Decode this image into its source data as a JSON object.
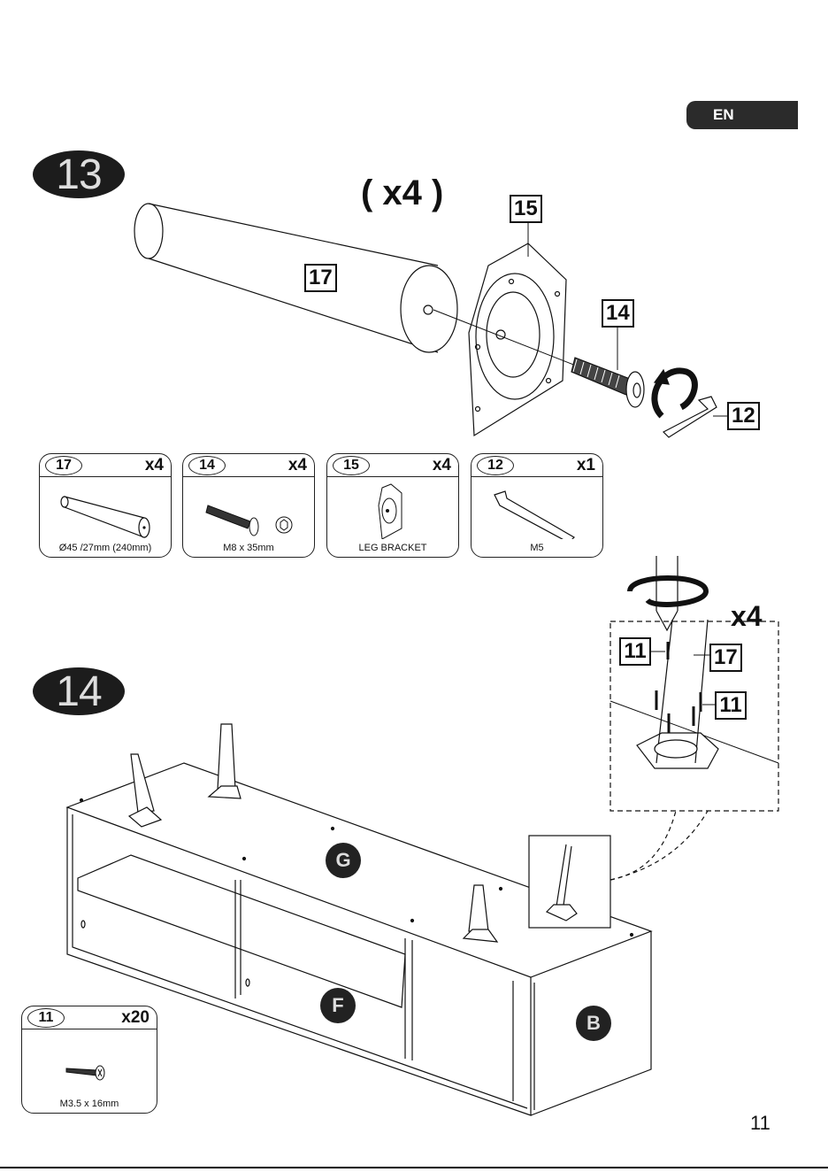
{
  "language_tab": "EN",
  "page_number": "11",
  "step13": {
    "number": "13",
    "quantity": "( x4 )",
    "callouts": {
      "leg": "17",
      "bracket": "15",
      "bolt": "14",
      "key": "12"
    },
    "parts": [
      {
        "num": "17",
        "qty": "x4",
        "caption": "Ø45 /27mm (240mm)"
      },
      {
        "num": "14",
        "qty": "x4",
        "caption": "M8 x 35mm"
      },
      {
        "num": "15",
        "qty": "x4",
        "caption": "LEG BRACKET"
      },
      {
        "num": "12",
        "qty": "x1",
        "caption": "M5"
      }
    ]
  },
  "step14": {
    "number": "14",
    "detail_qty": "x4",
    "callouts": {
      "screw_top": "11",
      "leg": "17",
      "screw_side": "11"
    },
    "panels": {
      "top": "G",
      "shelf": "F",
      "side": "B"
    },
    "part": {
      "num": "11",
      "qty": "x20",
      "caption": "M3.5 x 16mm"
    }
  }
}
